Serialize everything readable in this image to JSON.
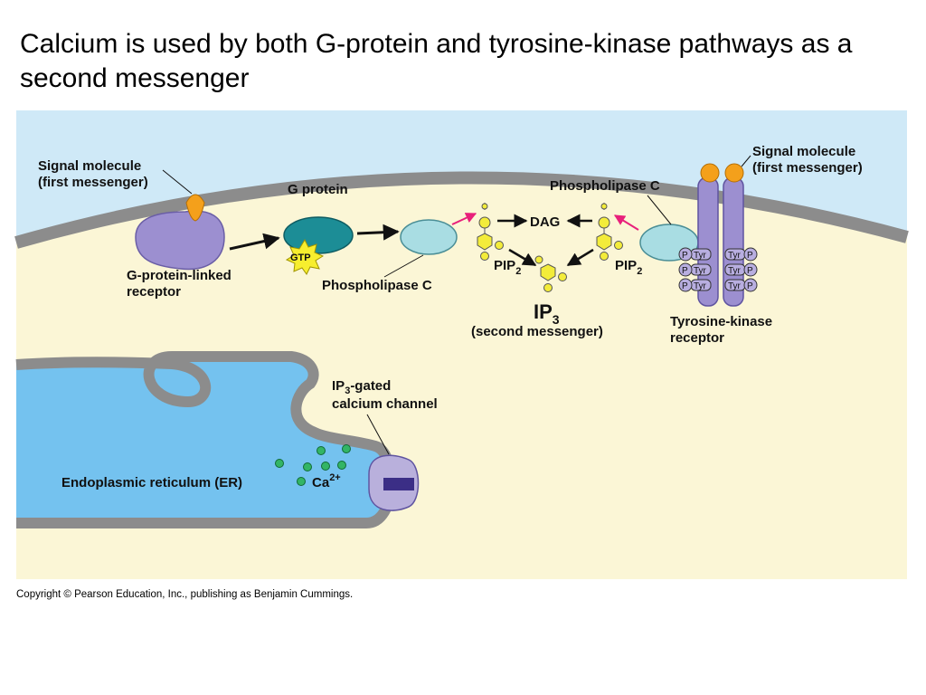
{
  "slide": {
    "title": "Calcium is used by both G-protein and tyrosine-kinase pathways as a second messenger",
    "copyright": "Copyright © Pearson Education, Inc., publishing as Benjamin Cummings."
  },
  "colors": {
    "extracellular": "#cfe9f7",
    "cytoplasm": "#fbf6d6",
    "membrane": "#8c8c8c",
    "er_lumen": "#74c2ef",
    "receptor_purple": "#9c8fd0",
    "g_protein_teal": "#1c8d96",
    "phospholipase_teal": "#a9dde3",
    "signal_orange": "#f4a01b",
    "phospholipid_yellow": "#f3ec3a",
    "calcium_green": "#33b566",
    "arrow_pink": "#e8207b"
  },
  "labels": {
    "signal_left_1": "Signal molecule",
    "signal_left_2": "(first messenger)",
    "g_protein": "G protein",
    "gtp": "GTP",
    "gpcr_1": "G-protein-linked",
    "gpcr_2": "receptor",
    "plc_left": "Phospholipase C",
    "plc_right": "Phospholipase C",
    "dag": "DAG",
    "pip_left": "PIP",
    "pip_right": "PIP",
    "pip_sub": "2",
    "ip3": "IP",
    "ip3_sub": "3",
    "second_messenger": "(second messenger)",
    "signal_right_1": "Signal molecule",
    "signal_right_2": "(first messenger)",
    "rtk_1": "Tyrosine-kinase",
    "rtk_2": "receptor",
    "tyr": "Tyr",
    "p": "P",
    "channel_1_pre": "IP",
    "channel_1_sub": "3",
    "channel_1_post": "-gated",
    "channel_2": "calcium channel",
    "er": "Endoplasmic reticulum (ER)",
    "ca": "Ca",
    "ca_sup": "2+"
  }
}
